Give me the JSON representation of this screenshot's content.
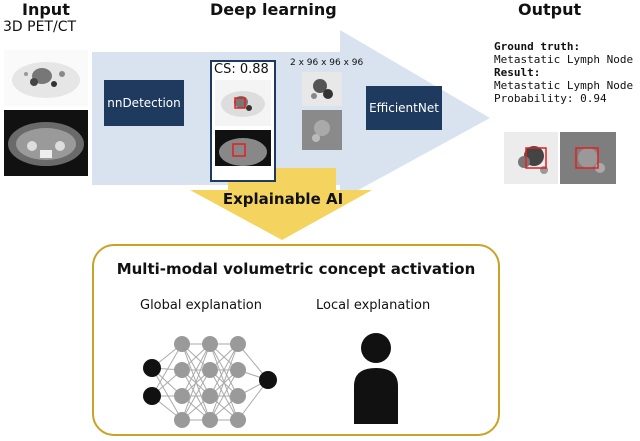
{
  "headers": {
    "input": "Input",
    "input_sub": "3D PET/CT",
    "deep_learning": "Deep learning",
    "output": "Output"
  },
  "pipeline": {
    "nndetection": "nnDetection",
    "confidence": "CS: 0.88",
    "dims": "2 x 96 x 96 x 96",
    "efficientnet": "EfficientNet"
  },
  "result": {
    "gt_label": "Ground truth:",
    "gt_value": "Metastatic Lymph Node",
    "result_label": "Result:",
    "result_value": "Metastatic Lymph Node",
    "probability": "Probability: 0.94"
  },
  "xai": {
    "label": "Explainable AI",
    "title": "Multi-modal volumetric concept activation",
    "global": "Global explanation",
    "local": "Local explanation"
  },
  "colors": {
    "arrow_fill": "#d9e3f0",
    "dark_box": "#1f3a5f",
    "xai_arrow": "#f4d35e",
    "xai_border": "#c9a227",
    "bbox_red": "#e02020"
  }
}
